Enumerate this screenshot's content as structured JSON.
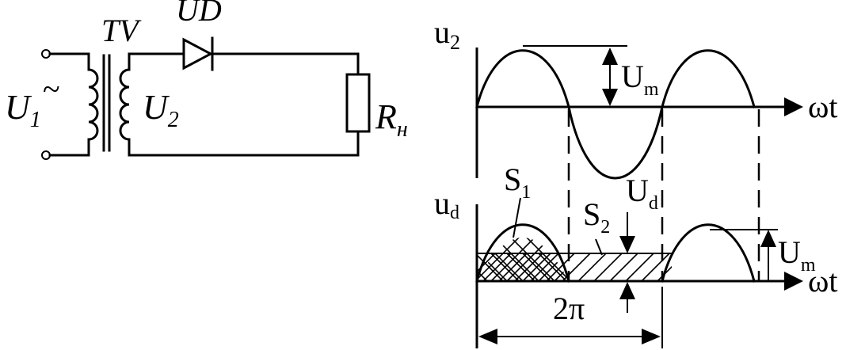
{
  "circuit": {
    "input_voltage_label": "U",
    "input_voltage_sub": "1",
    "input_ac_symbol": "~",
    "transformer_label": "TV",
    "secondary_voltage_label": "U",
    "secondary_voltage_sub": "2",
    "diode_label": "UD",
    "load_label": "R",
    "load_sub": "н"
  },
  "top_plot": {
    "y_axis_label": "u",
    "y_axis_sub": "2",
    "x_axis_label": "ωt",
    "amplitude_label": "U",
    "amplitude_sub": "m"
  },
  "bottom_plot": {
    "y_axis_label": "u",
    "y_axis_sub": "d",
    "x_axis_label": "ωt",
    "area1_label": "S",
    "area1_sub": "1",
    "area2_label": "S",
    "area2_sub": "2",
    "avg_label": "U",
    "avg_sub": "d",
    "amplitude_label": "U",
    "amplitude_sub": "m",
    "period_label": "2π"
  }
}
